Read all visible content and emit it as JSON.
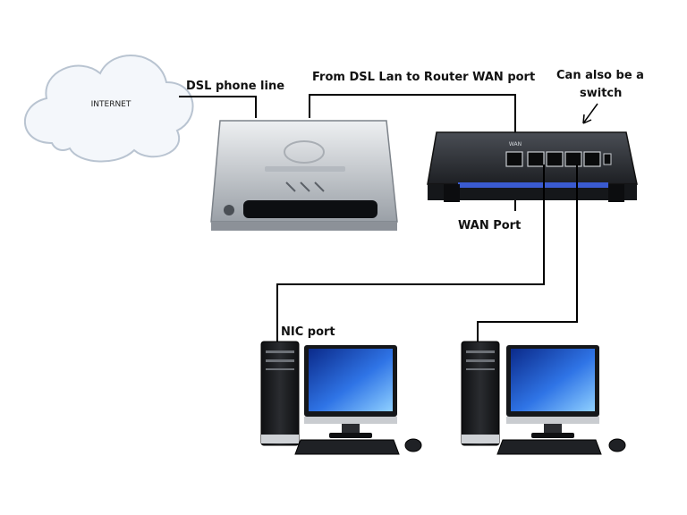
{
  "labels": {
    "internet": "INTERNET",
    "dsl_phone_line": "DSL phone line",
    "dsl_to_router": "From DSL Lan to Router WAN port",
    "can_also_switch_line1": "Can also be a",
    "can_also_switch_line2": "switch",
    "wan_port": "WAN Port",
    "nic_port": "NIC port"
  },
  "colors": {
    "wire": "#000000",
    "cloud_fill": "#f2f6fb",
    "modem_body": "#c9cdd2",
    "router_body": "#2b2e33",
    "router_accent": "#3a5bd0",
    "screen_blue": "#1f5fd6"
  }
}
